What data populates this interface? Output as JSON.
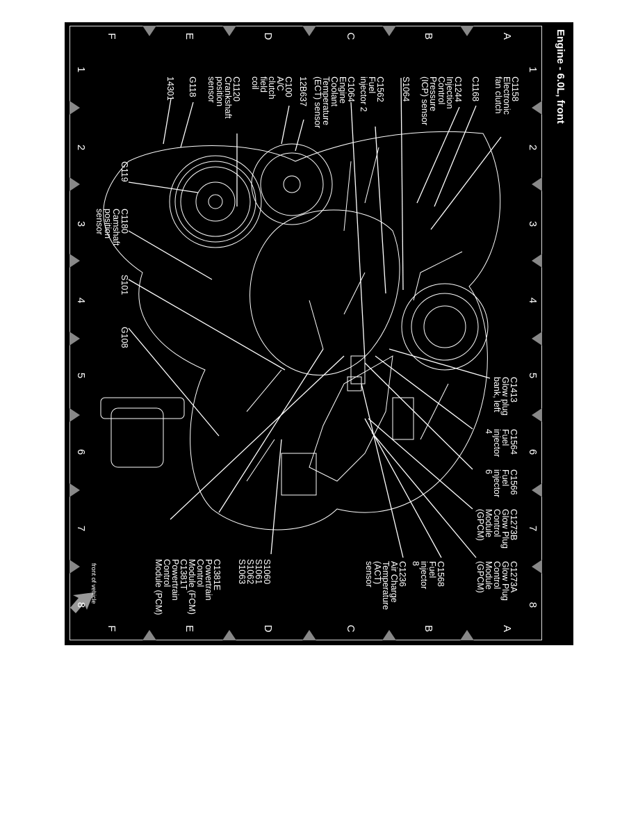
{
  "title": "Engine - 6.0L, front",
  "columns": [
    "1",
    "2",
    "3",
    "4",
    "5",
    "6",
    "7",
    "8"
  ],
  "rows": [
    "A",
    "B",
    "C",
    "D",
    "E",
    "F"
  ],
  "labels": {
    "c1158": "C1158\nElectronic\nfan clutch",
    "c1168": "C1168",
    "c1244": "C1244\nInjection\nControl\nPressure\n(ICP) sensor",
    "s1064": "S1064",
    "c1562": "C1562\nFuel\ninjector 2",
    "c1064": "C1064\nEngine\nCoolant\nTemperature\n(ECT) sensor",
    "b12637": "12B637",
    "c100": "C100\nA/C\nclutch\nfield\ncoil",
    "c1120": "C1120\nCrankshaft\nposition\nsensor",
    "g118": "G118",
    "n14301": "14301",
    "g119": "G119",
    "c1180": "C1180\nCamshaft\nposition\nsensor",
    "s101": "S101",
    "g108": "G108",
    "c1413": "C1413\nGlow plug\nbank, left",
    "c1564": "C1564\nFuel\ninjector\n4",
    "c1566": "C1566\nFuel\ninjector\n6",
    "c1273b": "C1273B\nGlow Plug\nControl\nModule\n(GPCM)",
    "c1273a": "C1273A\nGlow Plug\nControl\nModule\n(GPCM)",
    "c1568": "C1568\nFuel\ninjector\n8",
    "c1236": "C1236\nAir Charge\nTemperature\n(ACT)\nsensor",
    "s1060": "S1060\nS1061\nS1062\nS1063",
    "c1381": "C1381E\nPowertrain\nControl\nModule (FCM)\nC1381T\nPowertrain\nControl\nModule (PCM)"
  },
  "front_of_vehicle": "front of vehicle"
}
